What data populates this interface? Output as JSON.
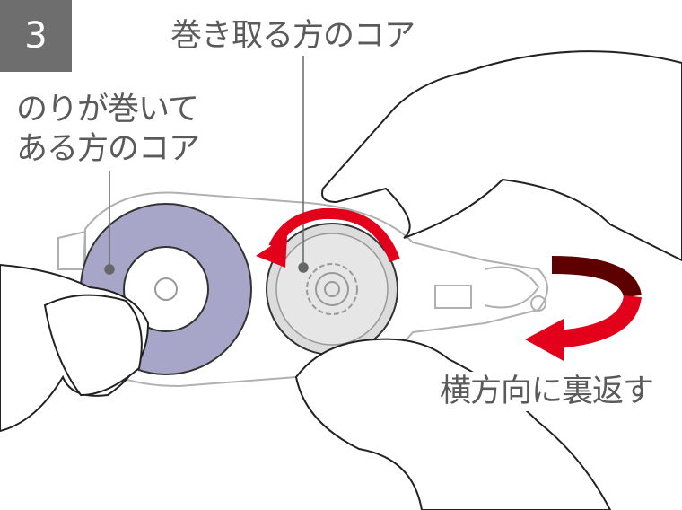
{
  "step_number": "3",
  "labels": {
    "takeup_core": "巻き取る方のコア",
    "supply_core_line1": "のりが巻いて",
    "supply_core_line2": "ある方のコア",
    "instruction": "横方向に裏返す"
  },
  "colors": {
    "badge": "#6e6e6e",
    "supply_core": "#a7a6c8",
    "arrow_red": "#e2001a",
    "arrow_dark": "#5c0000",
    "core_gray": "#dcdcdc"
  }
}
